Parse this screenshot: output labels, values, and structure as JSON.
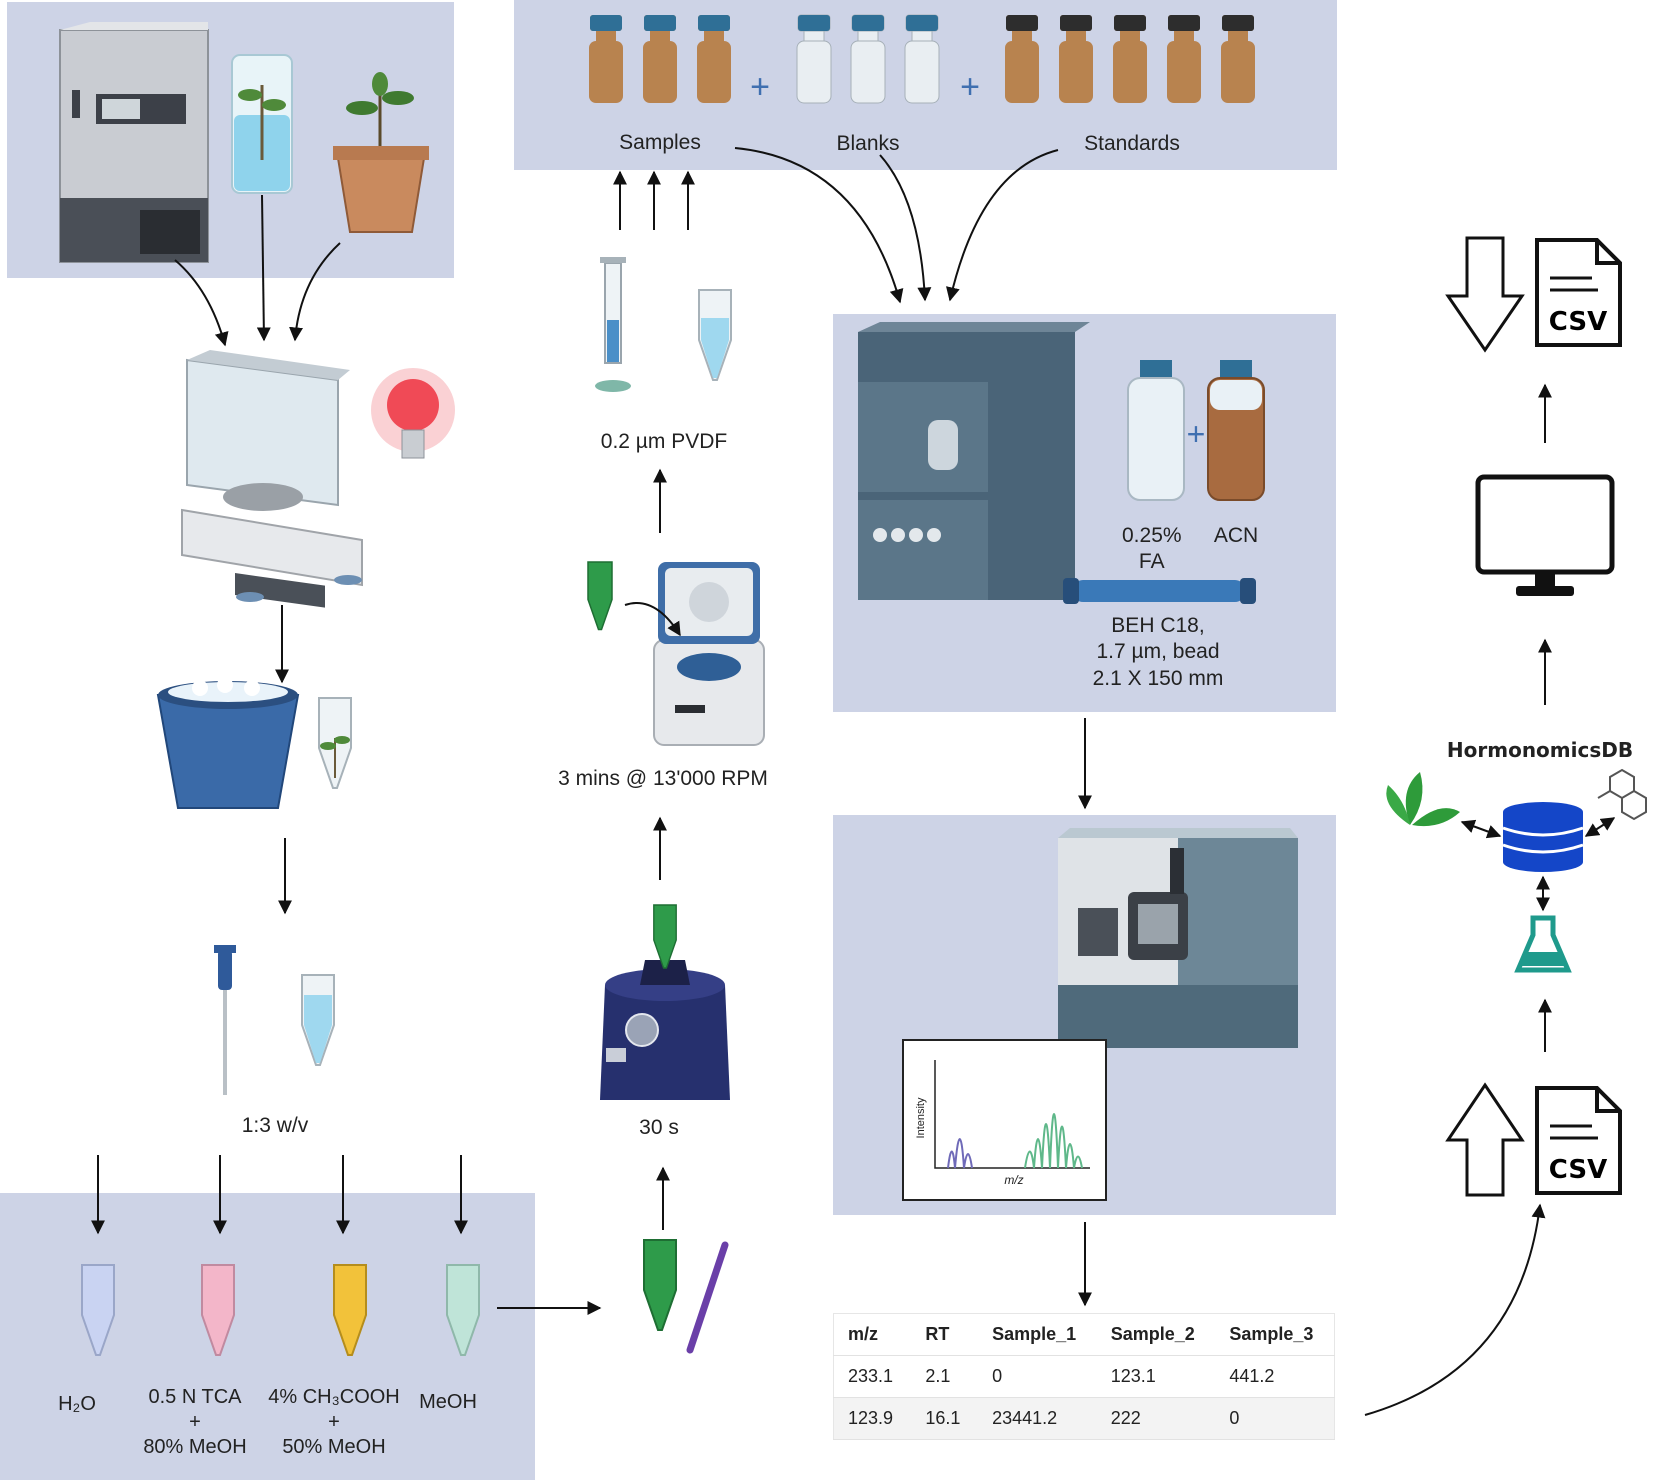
{
  "vials": {
    "samples_label": "Samples",
    "blanks_label": "Blanks",
    "standards_label": "Standards",
    "plus": "+"
  },
  "filter": {
    "label": "0.2 µm PVDF"
  },
  "centrifuge": {
    "label": "3 mins @ 13'000 RPM"
  },
  "vortex": {
    "label": "30 s"
  },
  "ratio": {
    "label": "1:3 w/v"
  },
  "solvents": {
    "h2o": "H₂O",
    "tca_line1": "0.5 N TCA",
    "tca_plus": "+",
    "tca_line2": "80% MeOH",
    "acetic_line1": "4% CH₃COOH",
    "acetic_plus": "+",
    "acetic_line2": "50% MeOH",
    "meoh": "MeOH"
  },
  "lc": {
    "fa_line1": "0.25%",
    "fa_line2": "FA",
    "acn": "ACN",
    "plus": "+",
    "column_line1": "BEH C18,",
    "column_line2": "1.7 µm, bead",
    "column_line3": "2.1 X 150 mm"
  },
  "spectrum": {
    "ylabel": "Intensity",
    "xlabel": "m/z"
  },
  "table": {
    "headers": [
      "m/z",
      "RT",
      "Sample_1",
      "Sample_2",
      "Sample_3"
    ],
    "rows": [
      [
        "233.1",
        "2.1",
        "0",
        "123.1",
        "441.2"
      ],
      [
        "123.9",
        "16.1",
        "23441.2",
        "222",
        "0"
      ]
    ]
  },
  "database": {
    "title": "HormonomicsDB"
  },
  "csv": {
    "top": "CSV",
    "bottom": "CSV"
  },
  "colors": {
    "panel": "#cdd3e6",
    "vial_amber": "#b8834f",
    "cap_blue": "#2f6f96",
    "db_blue": "#1446c8",
    "flask_teal": "#1f9a8c",
    "green_sample": "#2e9b4a"
  }
}
